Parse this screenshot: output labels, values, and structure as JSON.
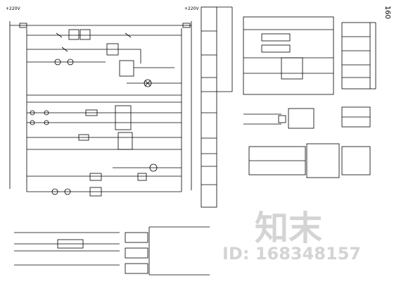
{
  "page_number": "160",
  "supply_labels": {
    "left_top": "+220V",
    "right_top": "+220V"
  },
  "watermark": {
    "brand_chars": "知末",
    "id": "ID: 168348157"
  }
}
